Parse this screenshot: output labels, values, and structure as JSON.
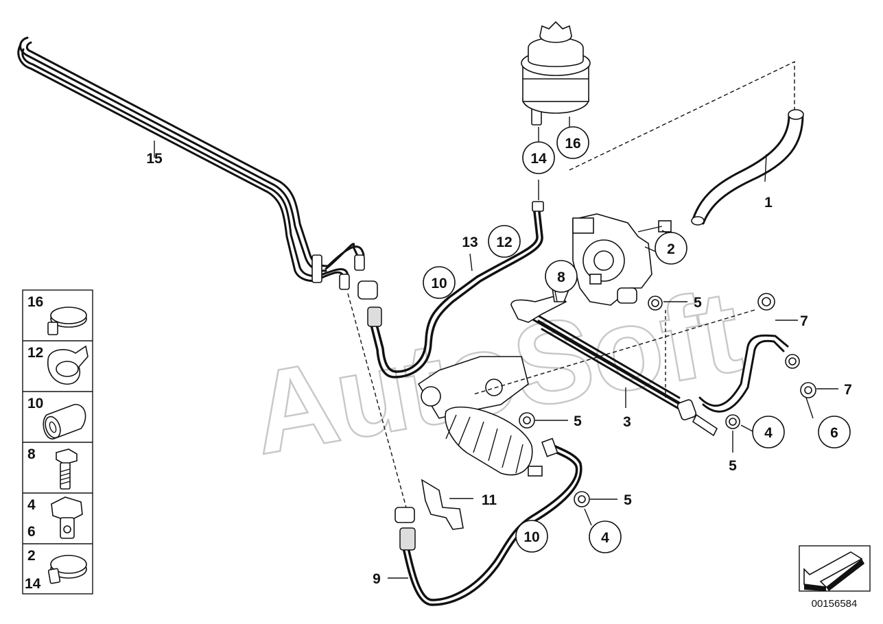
{
  "watermark": "AutoSoft",
  "diagram_number": "00156584",
  "callouts": [
    {
      "id": "c1",
      "text": "1",
      "circled": false
    },
    {
      "id": "c2",
      "text": "2",
      "circled": true
    },
    {
      "id": "c3",
      "text": "3",
      "circled": false
    },
    {
      "id": "c4a",
      "text": "4",
      "circled": true
    },
    {
      "id": "c4b",
      "text": "4",
      "circled": true
    },
    {
      "id": "c5a",
      "text": "5",
      "circled": false
    },
    {
      "id": "c5b",
      "text": "5",
      "circled": false
    },
    {
      "id": "c5c",
      "text": "5",
      "circled": false
    },
    {
      "id": "c5d",
      "text": "5",
      "circled": false
    },
    {
      "id": "c6",
      "text": "6",
      "circled": true
    },
    {
      "id": "c7a",
      "text": "7",
      "circled": false
    },
    {
      "id": "c7b",
      "text": "7",
      "circled": false
    },
    {
      "id": "c8",
      "text": "8",
      "circled": true
    },
    {
      "id": "c9",
      "text": "9",
      "circled": false
    },
    {
      "id": "c10a",
      "text": "10",
      "circled": true
    },
    {
      "id": "c10b",
      "text": "10",
      "circled": true
    },
    {
      "id": "c11",
      "text": "11",
      "circled": false
    },
    {
      "id": "c12",
      "text": "12",
      "circled": true
    },
    {
      "id": "c13",
      "text": "13",
      "circled": false
    },
    {
      "id": "c14",
      "text": "14",
      "circled": true
    },
    {
      "id": "c15",
      "text": "15",
      "circled": false
    },
    {
      "id": "c16",
      "text": "16",
      "circled": true
    }
  ],
  "legend": [
    {
      "labels": [
        "16"
      ],
      "icon": "hose-clamp-icon"
    },
    {
      "labels": [
        "12"
      ],
      "icon": "clip-holder-icon"
    },
    {
      "labels": [
        "10"
      ],
      "icon": "rubber-grommet-icon"
    },
    {
      "labels": [
        "8"
      ],
      "icon": "bolt-icon"
    },
    {
      "labels": [
        "4",
        "6"
      ],
      "icon": "banjo-bolt-icon"
    },
    {
      "labels": [
        "2",
        "14"
      ],
      "icon": "hose-clip-icon"
    }
  ],
  "nav_icon": "arrow-icon"
}
